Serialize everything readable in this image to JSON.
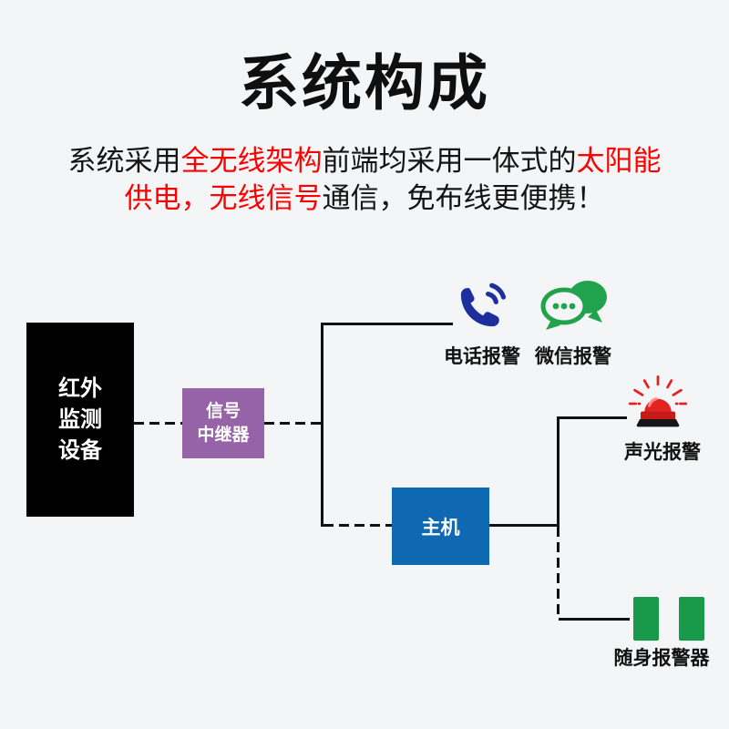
{
  "colors": {
    "background": "#f4f5f6",
    "accent_red_text": "#fe0000",
    "device_box": "#000000",
    "repeater_box": "#9763a8",
    "host_box": "#0f68b2",
    "phone_icon": "#1d2f9c",
    "wechat_icon": "#21a24c",
    "siren_red": "#e32222",
    "portable_green": "#189a4a",
    "connector_line": "#111111"
  },
  "header": {
    "title": "系统构成",
    "subtitle_line1": [
      {
        "text": "系统采用",
        "emphasis": false
      },
      {
        "text": "全无线架构",
        "emphasis": true
      },
      {
        "text": "前端均采用一体式的",
        "emphasis": false
      },
      {
        "text": "太阳能",
        "emphasis": true
      }
    ],
    "subtitle_line2": [
      {
        "text": "供电，无线信号",
        "emphasis": true
      },
      {
        "text": "通信，免布线更便携！",
        "emphasis": false
      }
    ]
  },
  "diagram": {
    "device": {
      "lines": [
        "红外",
        "监测",
        "设备"
      ]
    },
    "repeater": {
      "lines": [
        "信号",
        "中继器"
      ]
    },
    "host": {
      "label": "主机"
    },
    "alarms": {
      "phone": {
        "label": "电话报警",
        "icon": "phone-call-icon"
      },
      "wechat": {
        "label": "微信报警",
        "icon": "wechat-chat-icon"
      },
      "siren": {
        "label": "声光报警",
        "icon": "siren-light-icon"
      },
      "portable": {
        "label": "随身报警器",
        "icon": "portable-alarm-icon"
      }
    }
  }
}
